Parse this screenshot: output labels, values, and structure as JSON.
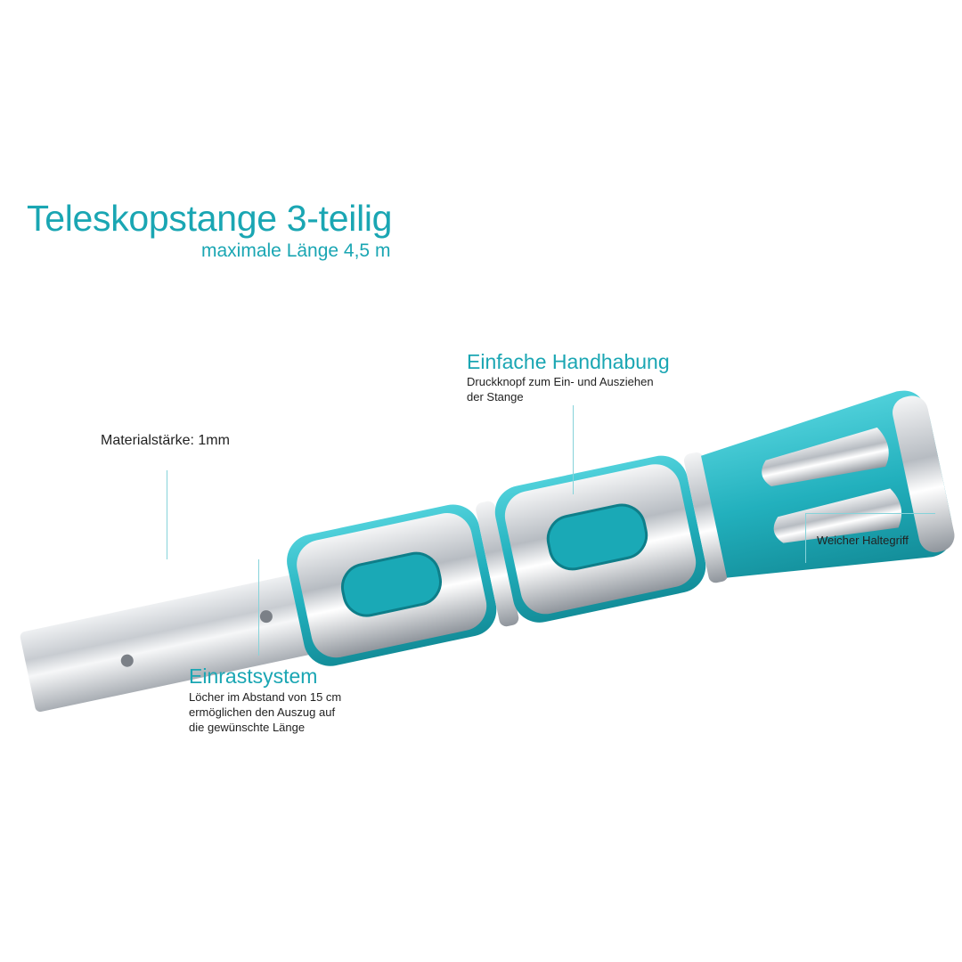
{
  "header": {
    "title": "Teleskopstange 3-teilig",
    "subtitle": "maximale Länge 4,5 m"
  },
  "callouts": {
    "material": {
      "label": "Materialstärke: 1mm"
    },
    "handling": {
      "heading": "Einfache Handhabung",
      "text_line1": "Druckknopf zum Ein- und Ausziehen",
      "text_line2": "der Stange"
    },
    "locking": {
      "heading": "Einrastsystem",
      "text_line1": "Löcher im Abstand von 15 cm",
      "text_line2": "ermöglichen den Auszug auf",
      "text_line3": "die gewünschte Länge"
    },
    "grip": {
      "label": "Weicher Haltegriff"
    }
  },
  "colors": {
    "accent": "#1aa6b3",
    "grip_teal": "#2ab5c1",
    "line": "#86d3da",
    "metal": "#c9cdd2"
  }
}
